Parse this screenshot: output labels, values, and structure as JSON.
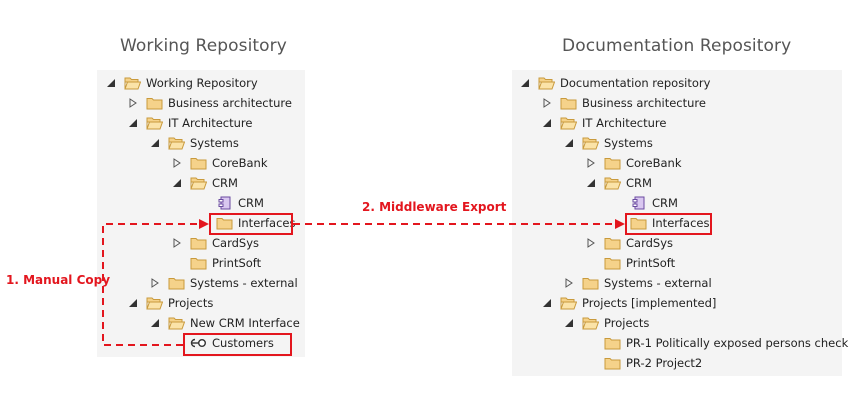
{
  "diagram": {
    "left_title": "Working Repository",
    "right_title": "Documentation Repository",
    "left_tree": [
      {
        "label": "Working Repository",
        "icon": "folder-open",
        "toggle": "open"
      },
      {
        "label": "Business architecture",
        "icon": "folder",
        "toggle": "closed"
      },
      {
        "label": "IT Architecture",
        "icon": "folder-open",
        "toggle": "open"
      },
      {
        "label": "Systems",
        "icon": "folder-open",
        "toggle": "open"
      },
      {
        "label": "CoreBank",
        "icon": "folder",
        "toggle": "closed"
      },
      {
        "label": "CRM",
        "icon": "folder-open",
        "toggle": "open"
      },
      {
        "label": "CRM",
        "icon": "component",
        "toggle": "none"
      },
      {
        "label": "Interfaces",
        "icon": "folder",
        "toggle": "none"
      },
      {
        "label": "CardSys",
        "icon": "folder",
        "toggle": "closed"
      },
      {
        "label": "PrintSoft",
        "icon": "folder",
        "toggle": "none"
      },
      {
        "label": "Systems - external",
        "icon": "folder",
        "toggle": "closed"
      },
      {
        "label": "Projects",
        "icon": "folder-open",
        "toggle": "open"
      },
      {
        "label": "New CRM Interface",
        "icon": "folder-open",
        "toggle": "open"
      },
      {
        "label": "Customers",
        "icon": "interface",
        "toggle": "none"
      }
    ],
    "right_tree": [
      {
        "label": "Documentation repository",
        "icon": "folder-open",
        "toggle": "open"
      },
      {
        "label": "Business architecture",
        "icon": "folder",
        "toggle": "closed"
      },
      {
        "label": "IT Architecture",
        "icon": "folder-open",
        "toggle": "open"
      },
      {
        "label": "Systems",
        "icon": "folder-open",
        "toggle": "open"
      },
      {
        "label": "CoreBank",
        "icon": "folder",
        "toggle": "closed"
      },
      {
        "label": "CRM",
        "icon": "folder-open",
        "toggle": "open"
      },
      {
        "label": "CRM",
        "icon": "component",
        "toggle": "none"
      },
      {
        "label": "Interfaces",
        "icon": "folder",
        "toggle": "none"
      },
      {
        "label": "CardSys",
        "icon": "folder",
        "toggle": "closed"
      },
      {
        "label": "PrintSoft",
        "icon": "folder",
        "toggle": "none"
      },
      {
        "label": "Systems - external",
        "icon": "folder",
        "toggle": "closed"
      },
      {
        "label": "Projects [implemented]",
        "icon": "folder-open",
        "toggle": "open"
      },
      {
        "label": "Projects",
        "icon": "folder-open",
        "toggle": "open"
      },
      {
        "label": "PR-1 Politically exposed persons check",
        "icon": "folder",
        "toggle": "none"
      },
      {
        "label": "PR-2 Project2",
        "icon": "folder",
        "toggle": "none"
      }
    ],
    "annotations": {
      "manual_copy": "1. Manual Copy",
      "middleware_export": "2. Middleware Export"
    },
    "colors": {
      "highlight": "#e3161e",
      "folder_fill": "#f5d28a",
      "folder_stroke": "#c99a3c",
      "panel_bg": "#f4f4f4"
    }
  }
}
